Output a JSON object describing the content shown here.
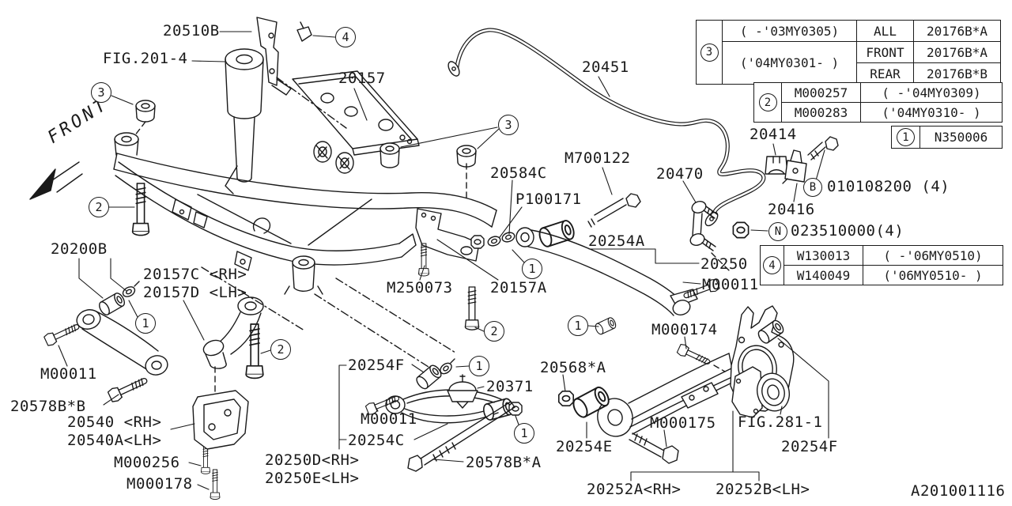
{
  "front_label": "FRONT",
  "diagram_id": "A201001116",
  "callouts": {
    "c1": "1",
    "c2": "2",
    "c3": "3",
    "c4": "4",
    "cB": "B",
    "cN": "N"
  },
  "labels": {
    "p20510B": "20510B",
    "fig201": "FIG.201-4",
    "p20157": "20157",
    "p20451": "20451",
    "p20584C": "20584C",
    "p100171": "P100171",
    "m700122": "M700122",
    "p20470": "20470",
    "p20414": "20414",
    "p20416": "20416",
    "bolt_b_num": "010108200 (4)",
    "nut_n_num": "023510000(4)",
    "p20254A": "20254A",
    "p20250": "20250",
    "m00011_right": "M00011",
    "m000174": "M000174",
    "p20157A": "20157A",
    "m250073": "M250073",
    "p20200B": "20200B",
    "p20157C": "20157C <RH>",
    "p20157D": "20157D <LH>",
    "m00011_left": "M00011",
    "p20578BB": "20578B*B",
    "p20540": "20540 <RH>",
    "p20540A": "20540A<LH>",
    "m000256": "M000256",
    "m000178": "M000178",
    "p20250D": "20250D<RH>",
    "p20250E": "20250E<LH>",
    "p20254F_link": "20254F",
    "m00011_mid": "M00011",
    "p20254C": "20254C",
    "p20371": "20371",
    "p20578BA": "20578B*A",
    "p20568A": "20568*A",
    "p20254E": "20254E",
    "m000175": "M000175",
    "fig281": "FIG.281-1",
    "p20254F_knuckle": "20254F",
    "p20252A": "20252A<RH>",
    "p20252B": "20252B<LH>"
  },
  "tables": {
    "bushing_specs": {
      "callout": "3",
      "rows": [
        {
          "date": "( -'03MY0305)",
          "pos": "ALL",
          "part": "20176B*A"
        },
        {
          "date": "('04MY0301- )",
          "pos": "FRONT",
          "part": "20176B*A"
        },
        {
          "date": "",
          "pos": "REAR",
          "part": "20176B*B"
        }
      ]
    },
    "bolt_specs": {
      "callout": "2",
      "rows": [
        {
          "part": "M000257",
          "date": "( -'04MY0309)"
        },
        {
          "part": "M000283",
          "date": "('04MY0310- )"
        }
      ]
    },
    "nut_spec": {
      "callout": "1",
      "part": "N350006"
    },
    "washer_specs": {
      "callout": "4",
      "rows": [
        {
          "part": "W130013",
          "date": "( -'06MY0510)"
        },
        {
          "part": "W140049",
          "date": "('06MY0510- )"
        }
      ]
    }
  }
}
